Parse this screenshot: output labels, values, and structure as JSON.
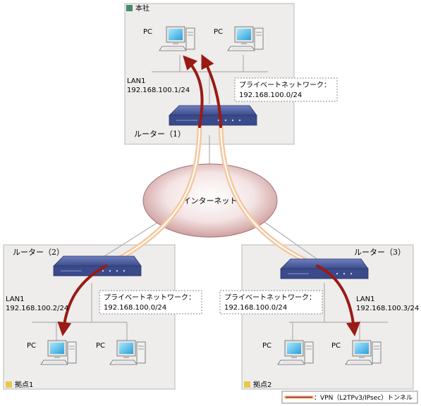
{
  "sites": {
    "hq": {
      "title": "本社"
    },
    "branch1": {
      "title": "拠点1"
    },
    "branch2": {
      "title": "拠点2"
    }
  },
  "routers": {
    "r1": {
      "label": "ルーター（1）"
    },
    "r2": {
      "label": "ルーター（2）"
    },
    "r3": {
      "label": "ルーター（3）"
    }
  },
  "lan": {
    "hq": {
      "name": "LAN1",
      "address": "192.168.100.1/24"
    },
    "branch1": {
      "name": "LAN1",
      "address": "192.168.100.2/24"
    },
    "branch2": {
      "name": "LAN1",
      "address": "192.168.100.3/24"
    }
  },
  "private_network": {
    "hq": {
      "title": "プライベートネットワーク：",
      "address": "192.168.100.0/24"
    },
    "branch1": {
      "title": "プライベートネットワーク：",
      "address": "192.168.100.0/24"
    },
    "branch2": {
      "title": "プライベートネットワーク：",
      "address": "192.168.100.0/24"
    }
  },
  "pc_label": "PC",
  "internet_label": "インターネット",
  "legend": {
    "text": "：VPN（L2TPv3/IPsec）トンネル"
  },
  "colors": {
    "site_bg": "#eeedec",
    "site_border": "#b8b8b8",
    "hq_marker": "#4a8a6a",
    "branch_marker": "#e8c84a",
    "router_body": "#3a4a8a",
    "tunnel_arrow": "#9a1a14",
    "tunnel_glow": "#f4c8a0"
  }
}
